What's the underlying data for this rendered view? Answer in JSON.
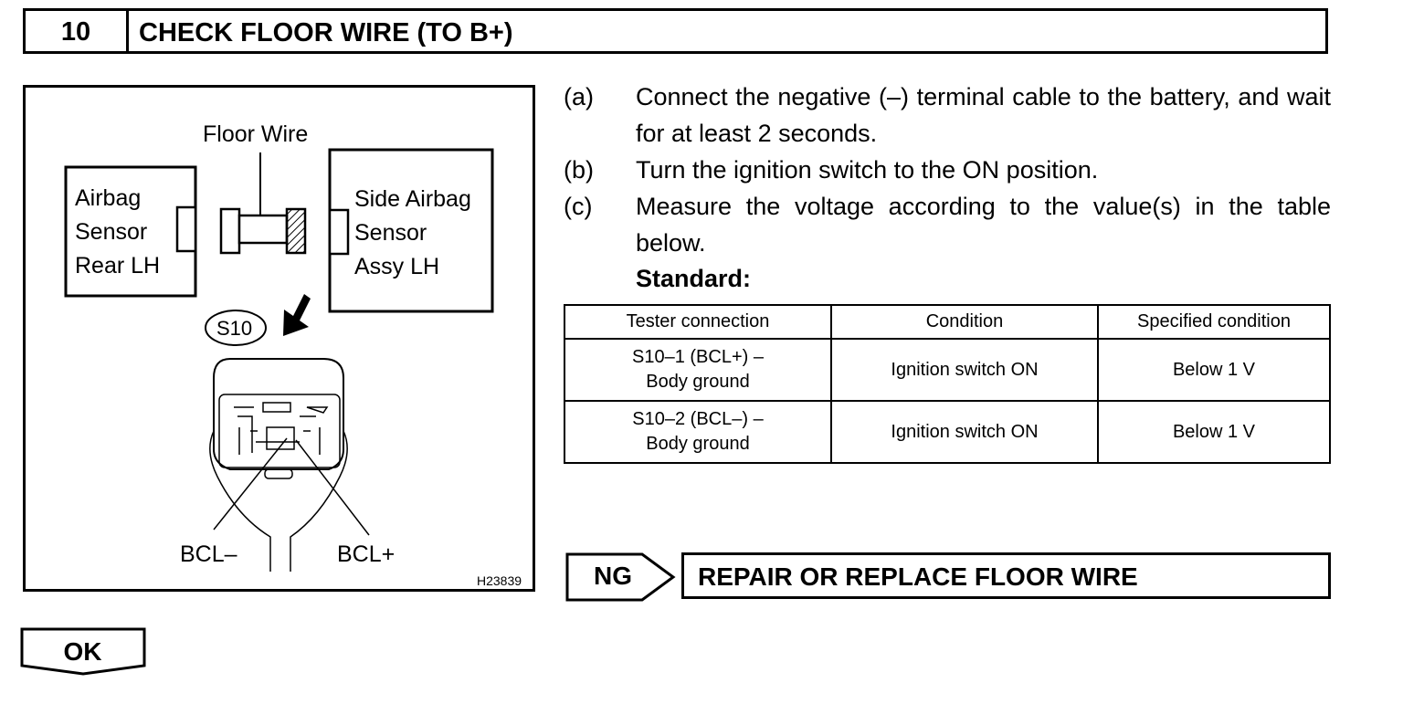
{
  "header": {
    "step_number": "10",
    "title": "CHECK FLOOR WIRE (TO B+)"
  },
  "figure": {
    "floor_wire_label": "Floor Wire",
    "airbag_sensor_label": [
      "Airbag",
      "Sensor",
      "Rear LH"
    ],
    "side_airbag_label": [
      "Side Airbag",
      "Sensor",
      "Assy LH"
    ],
    "connector_code": "S10",
    "bcl_minus": "BCL–",
    "bcl_plus": "BCL+",
    "figure_code": "H23839"
  },
  "instructions": {
    "steps": [
      {
        "letter": "(a)",
        "text": "Connect the negative (–) terminal cable to the battery, and wait for at least 2 seconds."
      },
      {
        "letter": "(b)",
        "text": "Turn the ignition switch to the ON position."
      },
      {
        "letter": "(c)",
        "text": "Measure the voltage according to the value(s) in the table below."
      }
    ],
    "standard_label": "Standard:"
  },
  "table": {
    "headers": [
      "Tester connection",
      "Condition",
      "Specified condition"
    ],
    "rows": [
      {
        "connection_line1": "S10–1 (BCL+) –",
        "connection_line2": "Body ground",
        "condition": "Ignition switch ON",
        "specified": "Below 1 V"
      },
      {
        "connection_line1": "S10–2 (BCL–) –",
        "connection_line2": "Body ground",
        "condition": "Ignition switch ON",
        "specified": "Below 1 V"
      }
    ]
  },
  "ng": {
    "label": "NG",
    "action": "REPAIR OR REPLACE FLOOR WIRE"
  },
  "ok": {
    "label": "OK"
  }
}
